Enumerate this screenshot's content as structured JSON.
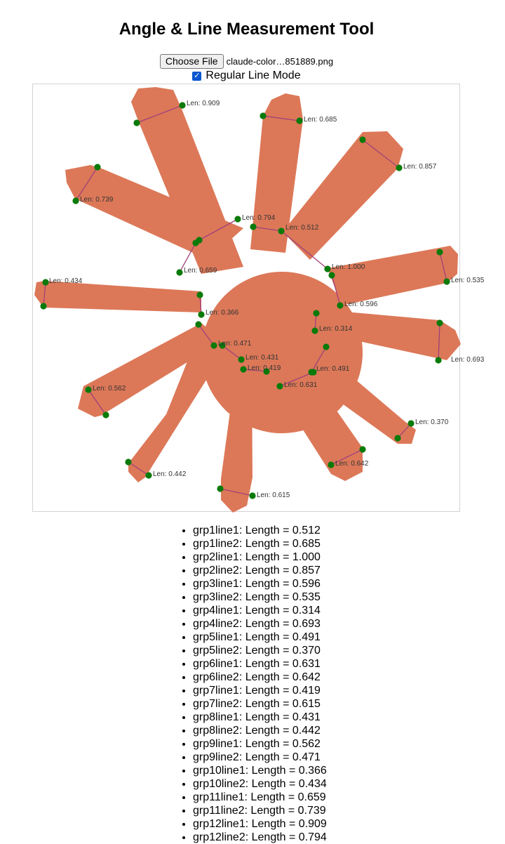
{
  "title": "Angle & Line Measurement Tool",
  "file_input": {
    "button_label": "Choose File",
    "file_name": "claude-color…851889.png"
  },
  "mode": {
    "label": "Regular Line Mode",
    "checked": true
  },
  "colors": {
    "shape_fill": "#dc7858",
    "point": "#0a7a0a",
    "line": "#a0407a"
  },
  "canvas": {
    "labels": [
      "Len: 0.909",
      "Len: 0.685",
      "Len: 0.857",
      "Len: 0.739",
      "Len: 0.794",
      "Len: 0.512",
      "Len: 0.659",
      "Len: 1.000",
      "Len: 0.434",
      "Len: 0.596",
      "Len: 0.366",
      "Len: 0.314",
      "Len: 0.471",
      "Len: 0.431",
      "Len: 0.419",
      "Len: 0.491",
      "Len: 0.631",
      "Len: 0.562",
      "Len: 0.370",
      "Len: 0.642",
      "Len: 0.442",
      "Len: 0.615",
      "Len: 0.693",
      "Len: 0.535"
    ]
  },
  "results": [
    "grp1line1: Length = 0.512",
    "grp1line2: Length = 0.685",
    "grp2line1: Length = 1.000",
    "grp2line2: Length = 0.857",
    "grp3line1: Length = 0.596",
    "grp3line2: Length = 0.535",
    "grp4line1: Length = 0.314",
    "grp4line2: Length = 0.693",
    "grp5line1: Length = 0.491",
    "grp5line2: Length = 0.370",
    "grp6line1: Length = 0.631",
    "grp6line2: Length = 0.642",
    "grp7line1: Length = 0.419",
    "grp7line2: Length = 0.615",
    "grp8line1: Length = 0.431",
    "grp8line2: Length = 0.442",
    "grp9line1: Length = 0.562",
    "grp9line2: Length = 0.471",
    "grp10line1: Length = 0.366",
    "grp10line2: Length = 0.434",
    "grp11line1: Length = 0.659",
    "grp11line2: Length = 0.739",
    "grp12line1: Length = 0.909",
    "grp12line2: Length = 0.794"
  ]
}
